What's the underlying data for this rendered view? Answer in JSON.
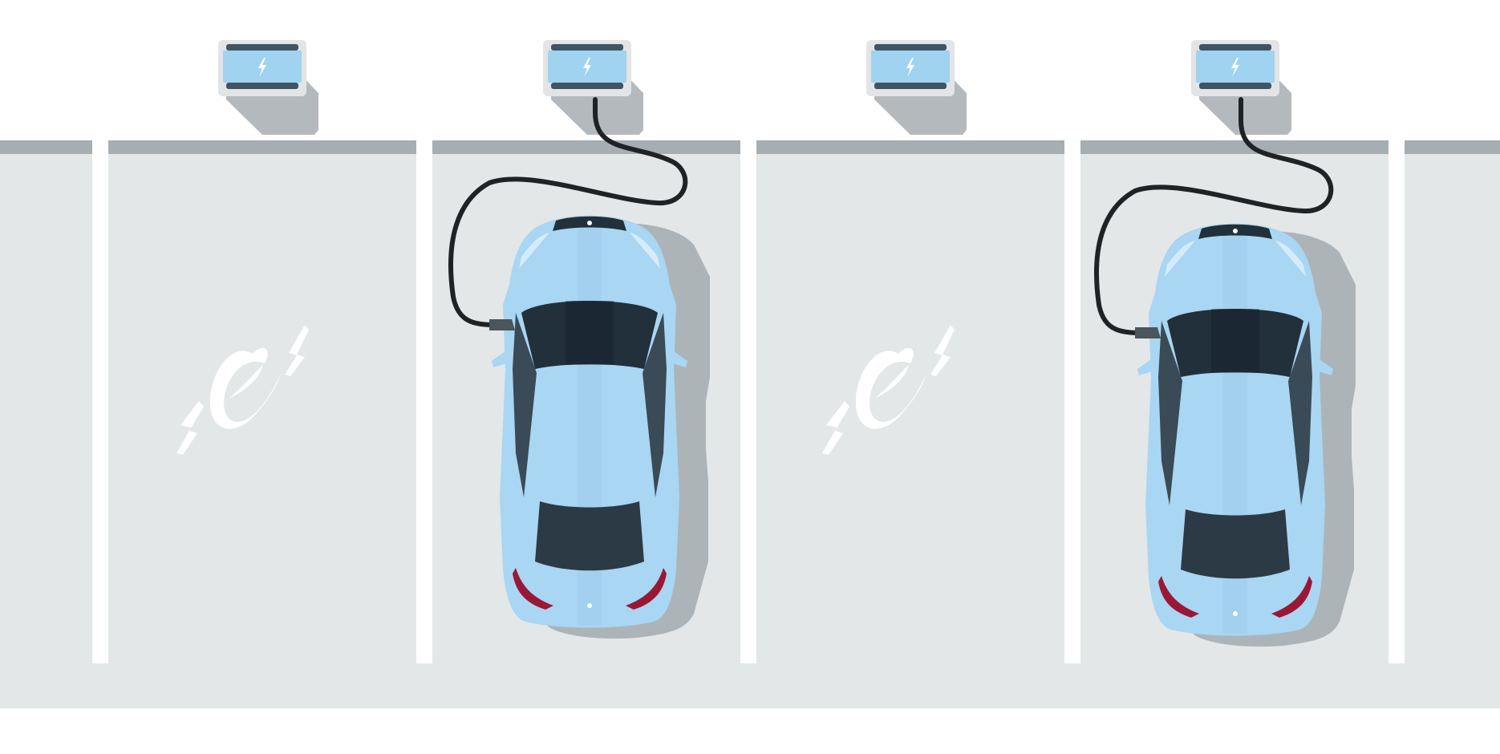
{
  "scene": {
    "description_free": true,
    "bays": [
      {
        "id": 1,
        "occupied": false,
        "marking": "e"
      },
      {
        "id": 2,
        "occupied": true,
        "charging": true
      },
      {
        "id": 3,
        "occupied": false,
        "marking": "e"
      },
      {
        "id": 4,
        "occupied": true,
        "charging": true
      }
    ],
    "chargers": [
      {
        "id": 1,
        "icon": "lightning-bolt-icon",
        "connected": false
      },
      {
        "id": 2,
        "icon": "lightning-bolt-icon",
        "connected": true
      },
      {
        "id": 3,
        "icon": "lightning-bolt-icon",
        "connected": false
      },
      {
        "id": 4,
        "icon": "lightning-bolt-icon",
        "connected": true
      }
    ],
    "colors": {
      "background": "#ffffff",
      "lot": "#e3e7e8",
      "curb": "#a6aeb2",
      "bay_line": "#ffffff",
      "charger_body": "#e2e4e5",
      "charger_screen": "#9fd3ef",
      "charger_dark": "#3f5566",
      "shadow": "#b4b9bd",
      "car_body": "#a9d6f2",
      "car_glass": "#22303c",
      "car_taillight": "#9a1836",
      "cable": "#1f2326"
    }
  }
}
